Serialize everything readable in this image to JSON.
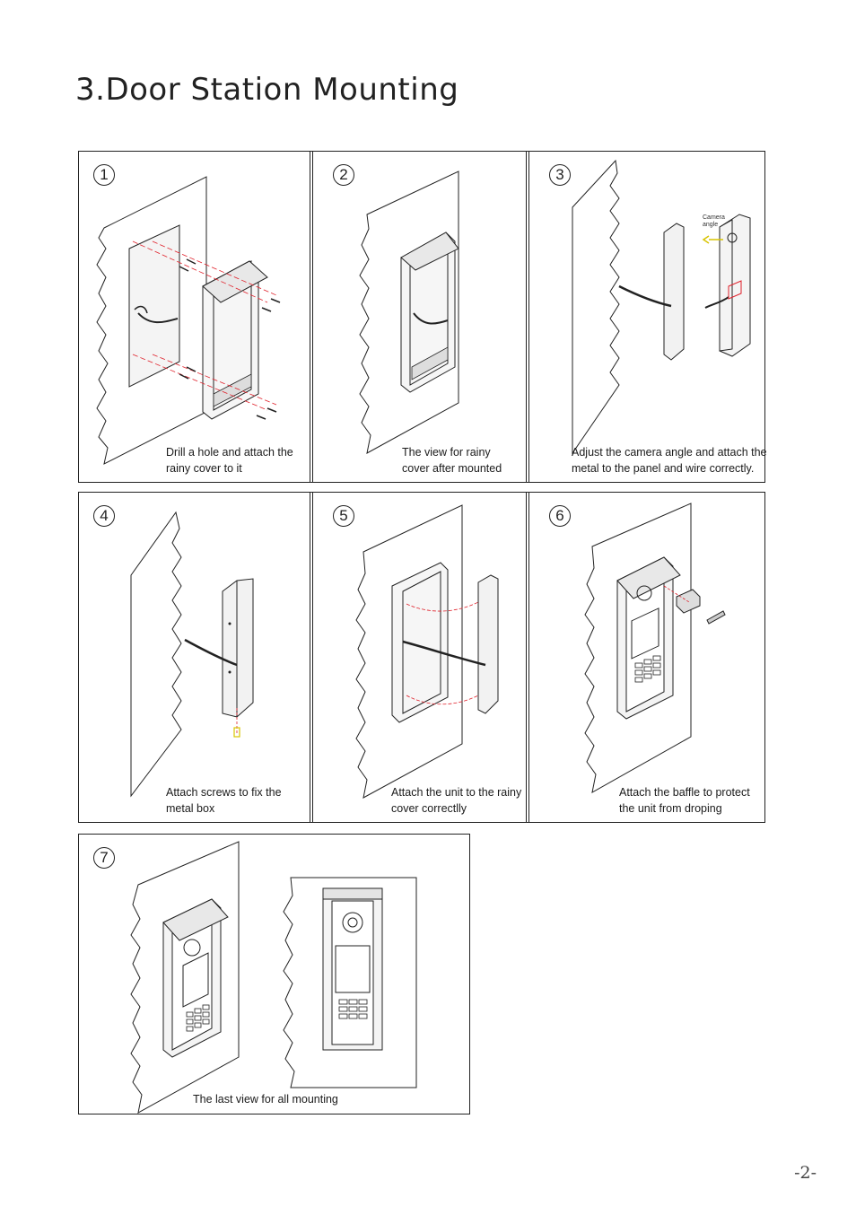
{
  "page": {
    "title": "3.Door Station Mounting",
    "page_number": "-2-"
  },
  "steps": [
    {
      "number": "1",
      "caption": [
        "Drill a hole and attach the",
        "rainy cover to it"
      ]
    },
    {
      "number": "2",
      "caption": [
        "The view for rainy",
        "cover after mounted"
      ]
    },
    {
      "number": "3",
      "caption": [
        "Adjust the camera angle and attach the",
        "metal to the panel and wire correctly."
      ],
      "callout": [
        "Camera",
        "angle"
      ]
    },
    {
      "number": "4",
      "caption": [
        "Attach screws to fix the",
        "metal box"
      ]
    },
    {
      "number": "5",
      "caption": [
        "Attach the unit to the rainy",
        "cover correctlly"
      ]
    },
    {
      "number": "6",
      "caption": [
        "Attach the baffle to protect",
        "the unit from droping"
      ]
    },
    {
      "number": "7",
      "caption": [
        "The last view for all mounting"
      ]
    }
  ],
  "colors": {
    "line": "#222222",
    "accent_red": "#e0202a",
    "accent_yellow": "#d8c400"
  }
}
